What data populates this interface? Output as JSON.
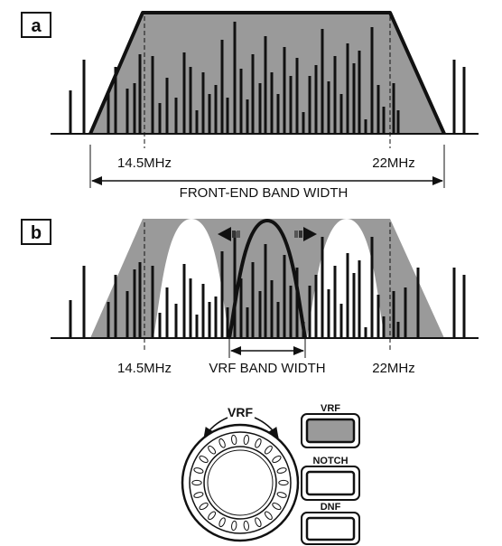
{
  "panel_a": {
    "letter": "a",
    "freq_low": "14.5MHz",
    "freq_high": "22MHz",
    "bandwidth_label": "FRONT-END BAND WIDTH"
  },
  "panel_b": {
    "letter": "b",
    "freq_low": "14.5MHz",
    "freq_high": "22MHz",
    "bandwidth_label": "VRF BAND WIDTH"
  },
  "controls": {
    "knob_label": "VRF",
    "buttons": [
      {
        "label": "VRF"
      },
      {
        "label": "NOTCH"
      },
      {
        "label": "DNF"
      }
    ]
  },
  "colors": {
    "fill_gray": "#9a9a9a",
    "ink": "#111111"
  }
}
